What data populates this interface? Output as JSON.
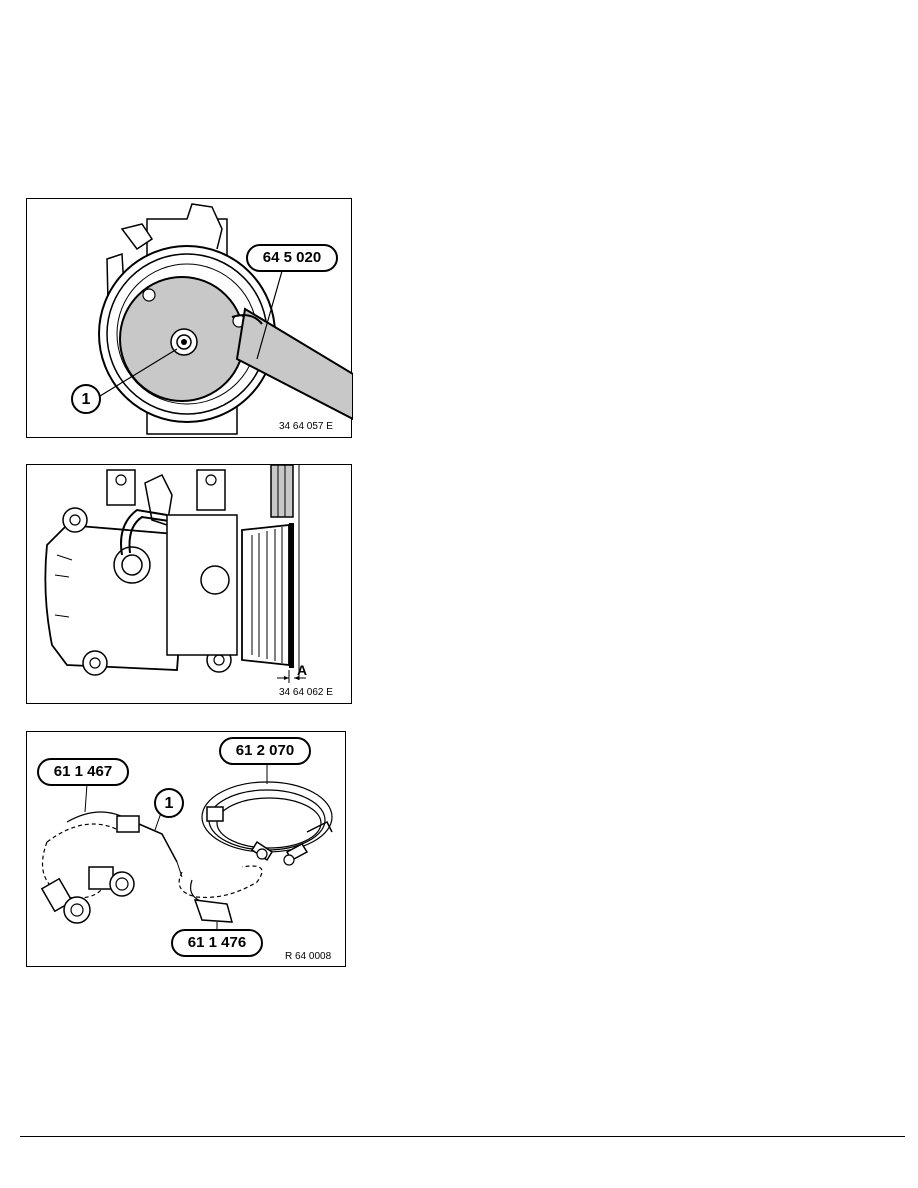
{
  "figures": [
    {
      "code": "34 64 057 E",
      "callouts": {
        "tool": "64 5 020",
        "item": "1"
      }
    },
    {
      "code": "34 64 062 E",
      "callouts": {
        "dimension": "A"
      }
    },
    {
      "code": "R 64 0008",
      "callouts": {
        "tool_left": "61 1 467",
        "tool_right": "61 2 070",
        "tool_bottom": "61 1 476",
        "item": "1"
      }
    }
  ]
}
